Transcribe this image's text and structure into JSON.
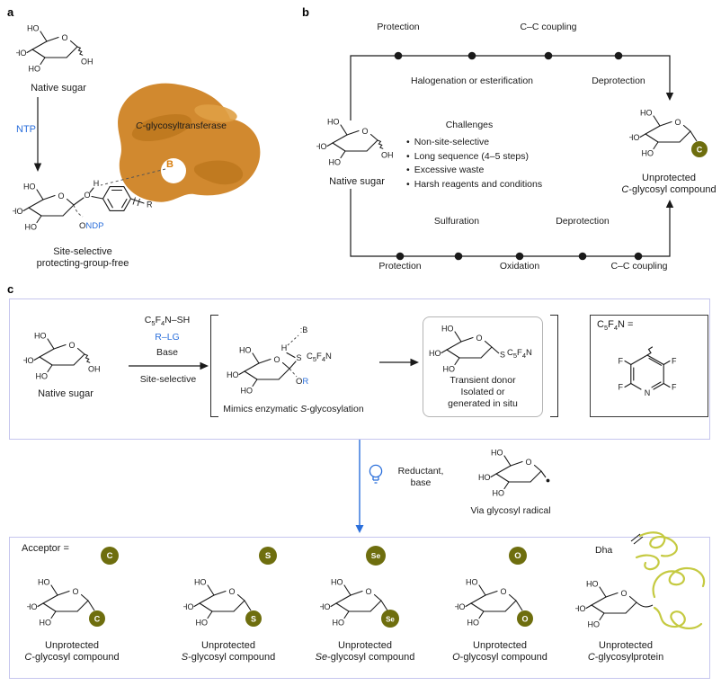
{
  "colors": {
    "blue": "#2b6fdb",
    "olive": "#6e6e0e",
    "enzyme_orange": "#d1892f",
    "enzyme_dark": "#b9731a",
    "enzyme_light": "#dfa045",
    "orange_b": "#d97f0e",
    "protein_yellow": "#c5ca41",
    "panel_border": "#c6c6ee"
  },
  "chem": {
    "ho": "HO",
    "oh": "OH",
    "o": "O",
    "h": "H",
    "s": "S",
    "n": "N",
    "f": "F",
    "c": "C",
    "sub5": "5",
    "sub4": "4",
    "sh_suffix": "–SH",
    "r": "R",
    "b": "B",
    "base_b": ":B",
    "r_lg": "R–LG",
    "ondp_o": "O",
    "ondp_ndp": "NDP",
    "or_o": "O",
    "or_r": "R"
  },
  "panel_a": {
    "label": "a",
    "native_sugar": "Native sugar",
    "ntp": "NTP",
    "enzyme_pre": "C",
    "enzyme_rest": "-glycosyltransferase",
    "caption_line1": "Site-selective",
    "caption_line2": "protecting-group-free"
  },
  "panel_b": {
    "label": "b",
    "top_above_1": "Protection",
    "top_above_2": "C–C coupling",
    "top_below_1": "Halogenation or esterification",
    "top_below_2": "Deprotection",
    "bottom_above_1": "Sulfuration",
    "bottom_above_2": "Deprotection",
    "bottom_below_1": "Protection",
    "bottom_below_2": "Oxidation",
    "bottom_below_3": "C–C coupling",
    "challenges_title": "Challenges",
    "bullet": "•",
    "challenges": [
      "Non-site-selective",
      "Long sequence (4–5 steps)",
      "Excessive waste",
      "Harsh reagents and conditions"
    ],
    "native_sugar": "Native sugar",
    "product_line1": "Unprotected",
    "product_pre": "C",
    "product_rest": "-glycosyl compound",
    "acceptor_letter": "C"
  },
  "panel_c": {
    "label": "c",
    "native_sugar": "Native sugar",
    "base": "Base",
    "site_selective": "Site-selective",
    "mimics_pre": "Mimics enzymatic ",
    "mimics_s": "S",
    "mimics_rest": "-glycosylation",
    "transient_line1": "Transient donor",
    "transient_line2": "Isolated or",
    "transient_line3": "generated in situ",
    "c5f4n_eq": " =",
    "reductant_line1": "Reductant,",
    "reductant_line2": "base",
    "via_radical": "Via glycosyl radical",
    "acceptor_label": "Acceptor =",
    "dha": "Dha",
    "acceptors": [
      "C",
      "S",
      "Se",
      "O"
    ],
    "products": [
      {
        "line1": "Unprotected",
        "pre": "C",
        "rest": "-glycosyl compound"
      },
      {
        "line1": "Unprotected",
        "pre": "S",
        "rest": "-glycosyl compound"
      },
      {
        "line1": "Unprotected",
        "pre": "Se",
        "rest": "-glycosyl compound"
      },
      {
        "line1": "Unprotected",
        "pre": "O",
        "rest": "-glycosyl compound"
      },
      {
        "line1": "Unprotected",
        "pre": "C",
        "rest": "-glycosylprotein"
      }
    ]
  }
}
